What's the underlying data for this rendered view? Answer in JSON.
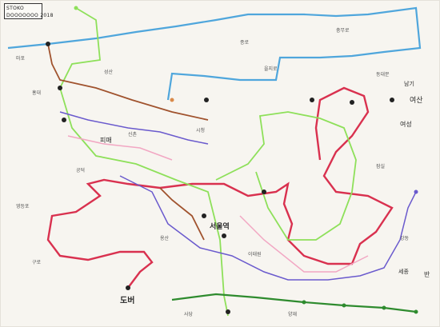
{
  "map": {
    "title_line1": "STOKO",
    "title_line2": "DOOOOOOO 2018"
  },
  "lines": [
    {
      "color": "#4fa6dc"
    },
    {
      "color": "#d9314f"
    },
    {
      "color": "#8ee05a"
    },
    {
      "color": "#a0522d"
    },
    {
      "color": "#2e8b2e"
    },
    {
      "color": "#6a5acd"
    },
    {
      "color": "#f2a7c3"
    },
    {
      "color": "#3cb043"
    }
  ],
  "labels": {
    "end_station_bottom_left": "도버",
    "end_station_right_edge": "여산",
    "station_bottom_right": "세종",
    "station_right_top": "반",
    "station_center": "서울역",
    "station_mid_left": "피매",
    "station_right_mid": "여성",
    "station_far_right": "남기"
  }
}
